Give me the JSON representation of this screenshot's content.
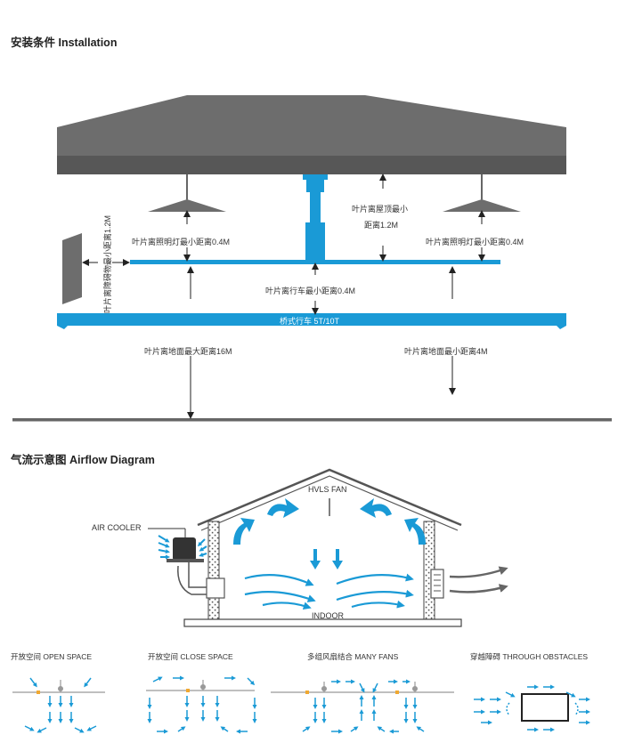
{
  "installation": {
    "title": "安装条件  Installation",
    "lamp_left_label": "叶片离照明灯最小距离0.4M",
    "lamp_right_label": "叶片离照明灯最小距离0.4M",
    "roof_label_line1": "叶片离屋顶最小",
    "roof_label_line2": "距离1.2M",
    "obstacle_label": "叶片离障碍物最小距离1.2M",
    "crane_gap_label": "叶片离行车最小距离0.4M",
    "crane_label": "桥式行车 5T/10T",
    "floor_max_label": "叶片离地面最大距离16M",
    "floor_min_label": "叶片离地面最小距离4M"
  },
  "airflow": {
    "title": "气流示意图  Airflow Diagram",
    "fan_label": "HVLS FAN",
    "cooler_label": "AIR COOLER",
    "indoor_label": "INDOOR",
    "colors": {
      "airflow": "#1a9ad6",
      "roof": "#6b6b6b",
      "outflow": "#666666"
    }
  },
  "scenarios": [
    {
      "label": "开放空间  OPEN SPACE"
    },
    {
      "label": "开放空间  CLOSE SPACE"
    },
    {
      "label": "多组风扇结合 MANY FANS"
    },
    {
      "label": "穿越障碍  THROUGH OBSTACLES"
    }
  ]
}
